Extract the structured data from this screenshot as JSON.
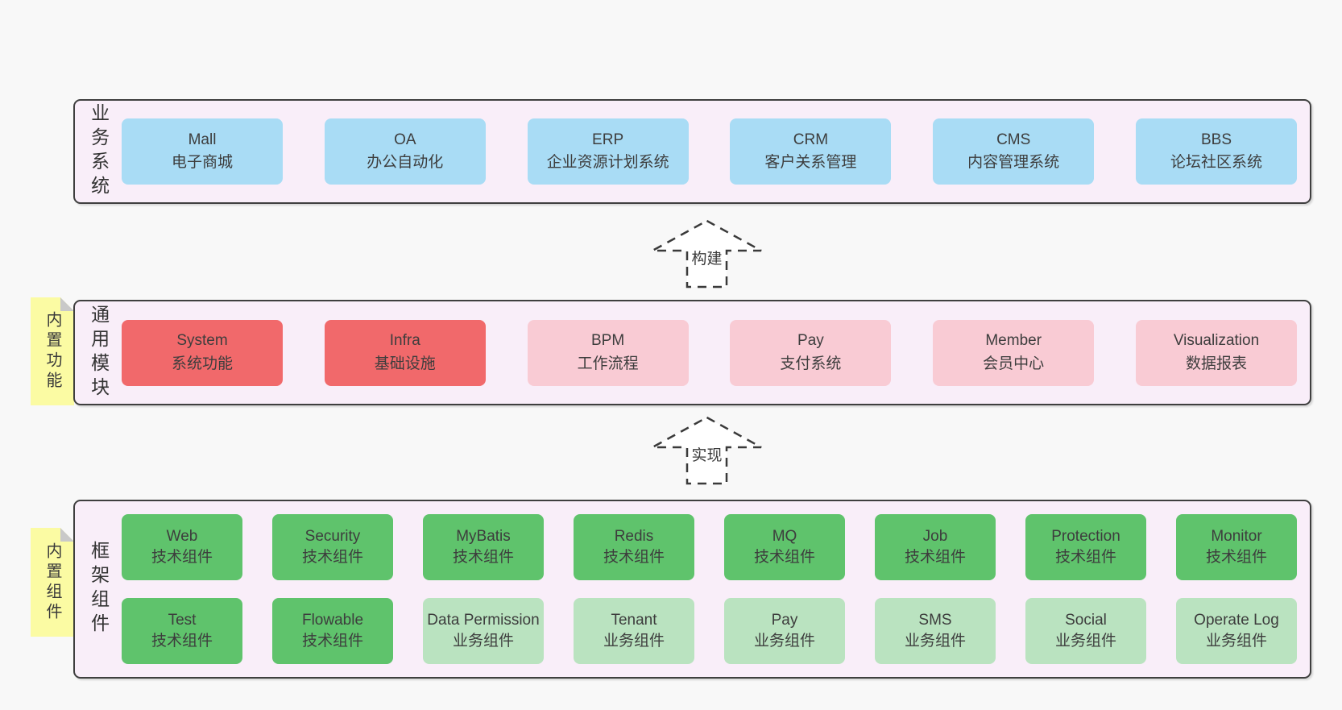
{
  "business": {
    "label": "业务系统",
    "items": [
      {
        "name": "Mall",
        "desc": "电子商城"
      },
      {
        "name": "OA",
        "desc": "办公自动化"
      },
      {
        "name": "ERP",
        "desc": "企业资源计划系统"
      },
      {
        "name": "CRM",
        "desc": "客户关系管理"
      },
      {
        "name": "CMS",
        "desc": "内容管理系统"
      },
      {
        "name": "BBS",
        "desc": "论坛社区系统"
      }
    ]
  },
  "arrows": {
    "build": "构建",
    "implement": "实现"
  },
  "modules": {
    "tag": "内置功能",
    "label": "通用模块",
    "items": [
      {
        "name": "System",
        "desc": "系统功能"
      },
      {
        "name": "Infra",
        "desc": "基础设施"
      },
      {
        "name": "BPM",
        "desc": "工作流程"
      },
      {
        "name": "Pay",
        "desc": "支付系统"
      },
      {
        "name": "Member",
        "desc": "会员中心"
      },
      {
        "name": "Visualization",
        "desc": "数据报表"
      }
    ]
  },
  "components": {
    "tag": "内置组件",
    "label": "框架组件",
    "row1": [
      {
        "name": "Web",
        "desc": "技术组件"
      },
      {
        "name": "Security",
        "desc": "技术组件"
      },
      {
        "name": "MyBatis",
        "desc": "技术组件"
      },
      {
        "name": "Redis",
        "desc": "技术组件"
      },
      {
        "name": "MQ",
        "desc": "技术组件"
      },
      {
        "name": "Job",
        "desc": "技术组件"
      },
      {
        "name": "Protection",
        "desc": "技术组件"
      },
      {
        "name": "Monitor",
        "desc": "技术组件"
      }
    ],
    "row2": [
      {
        "name": "Test",
        "desc": "技术组件"
      },
      {
        "name": "Flowable",
        "desc": "技术组件"
      },
      {
        "name": "Data Permission",
        "desc": "业务组件"
      },
      {
        "name": "Tenant",
        "desc": "业务组件"
      },
      {
        "name": "Pay",
        "desc": "业务组件"
      },
      {
        "name": "SMS",
        "desc": "业务组件"
      },
      {
        "name": "Social",
        "desc": "业务组件"
      },
      {
        "name": "Operate Log",
        "desc": "业务组件"
      }
    ]
  },
  "colors": {
    "background": "#f8f8f8",
    "container_bg": "#f9eef9",
    "container_border": "#3f3f3f",
    "blue": "#a9dcf5",
    "red": "#f1696b",
    "pink": "#f9cbd4",
    "green_dark": "#5fc36c",
    "green_light": "#bae3c0",
    "tag_yellow": "#fbfba3",
    "tag_fold_gray": "#c9c9c9",
    "text": "#3d3d3d"
  }
}
